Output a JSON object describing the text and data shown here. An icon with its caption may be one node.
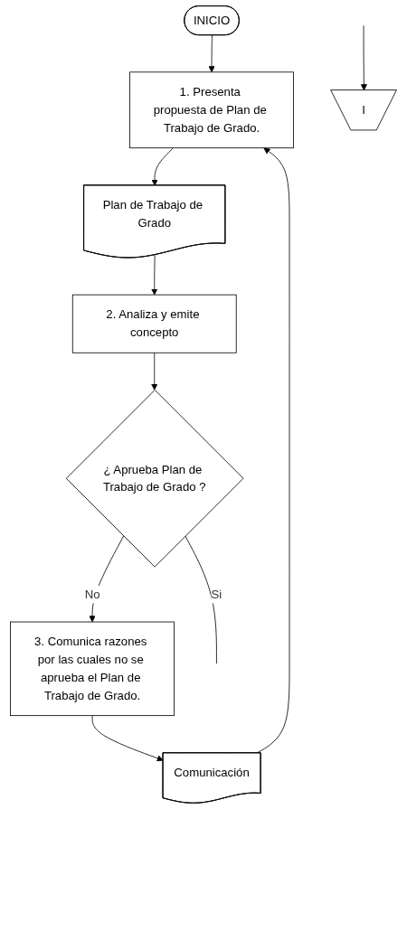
{
  "diagram": {
    "nodes": [
      {
        "text": [
          "INICIO"
        ]
      },
      {
        "text": [
          "1. Presenta propuesta de Plan de Trabajo de Grado."
        ]
      },
      {
        "text": [
          "Plan de Trabajo de Grado"
        ]
      },
      {
        "text": [
          "2. Analiza y emite concepto"
        ]
      },
      {
        "text": [
          "¿ Aprueba Plan de Trabajo de Grado ?"
        ]
      },
      {
        "text": [
          "3. Comunica razones por las cuales no se aprueba el Plan de Trabajo de Grado."
        ]
      },
      {
        "text": [
          "Comunicación"
        ]
      },
      {
        "text": [
          "I"
        ]
      }
    ],
    "edges": [
      {
        "from": 0,
        "to": 1,
        "arrow": "to"
      },
      {
        "from": 1,
        "to": 2,
        "arrow": "to"
      },
      {
        "from": 2,
        "to": 3,
        "arrow": "to"
      },
      {
        "from": 3,
        "to": 4,
        "arrow": "to"
      },
      {
        "from": 4,
        "to": 5,
        "arrow": "to",
        "label": "No"
      },
      {
        "from": 5,
        "to": 6,
        "arrow": "to"
      },
      {
        "from": 6,
        "to": 1,
        "arrow": "to"
      },
      {
        "from": 4,
        "to": null,
        "arrow": "none",
        "label": "Si"
      },
      {
        "from": null,
        "to": 7,
        "arrow": "to"
      }
    ]
  }
}
